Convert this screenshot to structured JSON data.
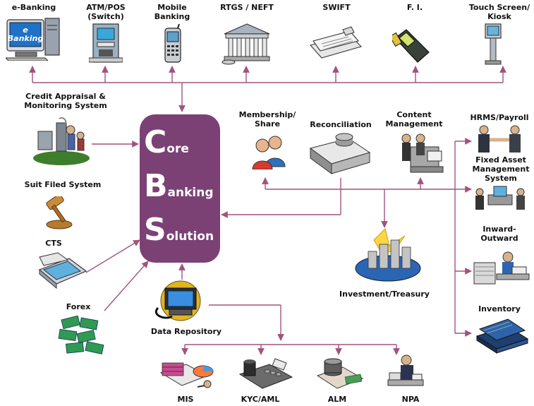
{
  "top_channels": [
    "e-Banking",
    "ATM/POS\n(Switch)",
    "Mobile\nBanking",
    "RTGS / NEFT",
    "SWIFT",
    "F. I.",
    "Touch Screen/\nKiosk"
  ],
  "ebanking_screen_text": "e\nBanking",
  "left_modules": [
    "Credit Appraisal &\nMonitoring System",
    "Suit Filed System",
    "CTS",
    "Forex"
  ],
  "middle_modules": [
    "Membership/\nShare",
    "Reconciliation",
    "Content\nManagement"
  ],
  "right_modules": [
    "HRMS/Payroll",
    "Fixed Asset\nManagement\nSystem",
    "Inward-\nOutward",
    "Inventory"
  ],
  "investment": "Investment/Treasury",
  "repository": "Data Repository",
  "bottom_modules": [
    "MIS",
    "KYC/AML",
    "ALM",
    "NPA"
  ],
  "core": {
    "lines": [
      {
        "initial": "C",
        "rest": "ore"
      },
      {
        "initial": "B",
        "rest": "anking"
      },
      {
        "initial": "S",
        "rest": "olution"
      }
    ]
  },
  "colors": {
    "core_fill": "#7b4175",
    "line": "#a2527f",
    "core_text": "#ffffff"
  }
}
